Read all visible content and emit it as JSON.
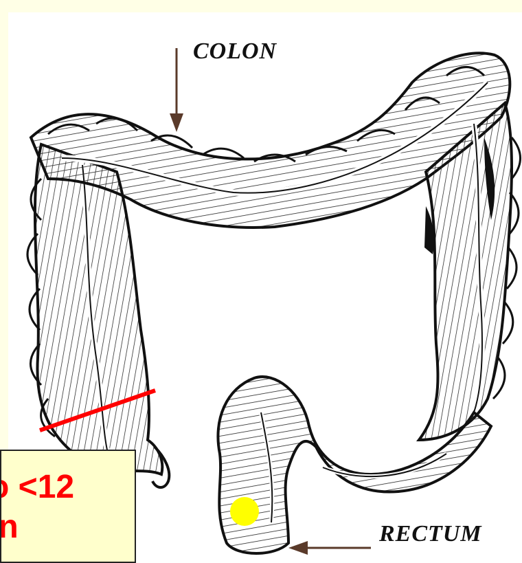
{
  "labels": {
    "colon": "COLON",
    "rectum": "RECTUM"
  },
  "callout": {
    "text": "o <12\n n"
  },
  "colors": {
    "background": "#ffffe6",
    "cut_line": "#ff0000",
    "marker": "#ffff00",
    "callout_text": "#ff0000",
    "illustration_ink": "#111111"
  },
  "icons": {
    "colon_arrow": "down-arrow-icon",
    "rectum_arrow": "left-arrow-icon"
  }
}
